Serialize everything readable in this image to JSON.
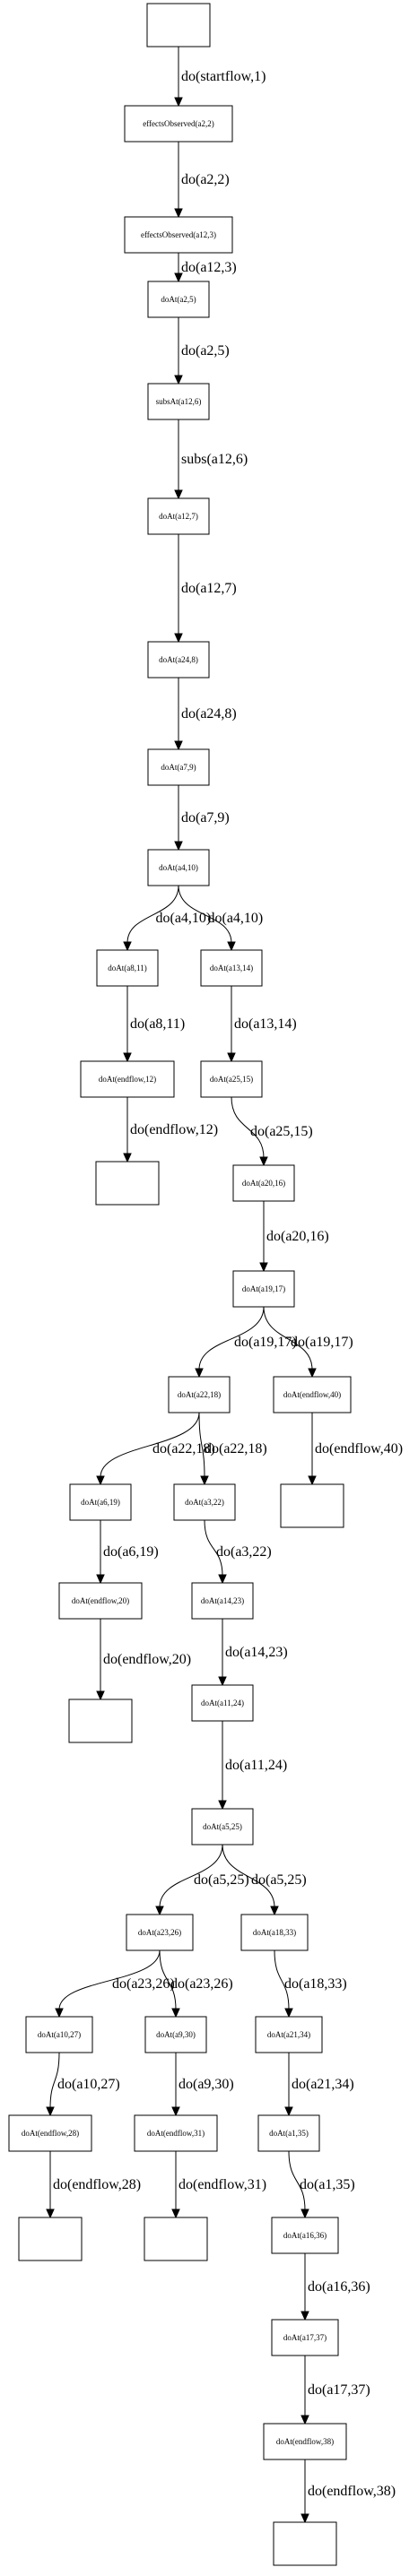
{
  "diagram": {
    "nodes": [
      {
        "id": "start",
        "label": ""
      },
      {
        "id": "n1",
        "label": "effectsObserved(a2,2)"
      },
      {
        "id": "n2",
        "label": "effectsObserved(a12,3)"
      },
      {
        "id": "n3",
        "label": "doAt(a2,5)"
      },
      {
        "id": "n4",
        "label": "subsAt(a12,6)"
      },
      {
        "id": "n5",
        "label": "doAt(a12,7)"
      },
      {
        "id": "n6",
        "label": "doAt(a24,8)"
      },
      {
        "id": "n7",
        "label": "doAt(a7,9)"
      },
      {
        "id": "n8",
        "label": "doAt(a4,10)"
      },
      {
        "id": "n9",
        "label": "doAt(a8,11)"
      },
      {
        "id": "n10",
        "label": "doAt(a13,14)"
      },
      {
        "id": "n11",
        "label": "doAt(endflow,12)"
      },
      {
        "id": "n12",
        "label": "doAt(a25,15)"
      },
      {
        "id": "end1",
        "label": ""
      },
      {
        "id": "n13",
        "label": "doAt(a20,16)"
      },
      {
        "id": "n14",
        "label": "doAt(a19,17)"
      },
      {
        "id": "n15",
        "label": "doAt(a22,18)"
      },
      {
        "id": "n16",
        "label": "doAt(endflow,40)"
      },
      {
        "id": "n17",
        "label": "doAt(a6,19)"
      },
      {
        "id": "n18",
        "label": "doAt(a3,22)"
      },
      {
        "id": "end2",
        "label": ""
      },
      {
        "id": "n19",
        "label": "doAt(endflow,20)"
      },
      {
        "id": "n20",
        "label": "doAt(a14,23)"
      },
      {
        "id": "end3",
        "label": ""
      },
      {
        "id": "n21",
        "label": "doAt(a11,24)"
      },
      {
        "id": "n22",
        "label": "doAt(a5,25)"
      },
      {
        "id": "n23",
        "label": "doAt(a23,26)"
      },
      {
        "id": "n24",
        "label": "doAt(a18,33)"
      },
      {
        "id": "n25",
        "label": "doAt(a10,27)"
      },
      {
        "id": "n26",
        "label": "doAt(a9,30)"
      },
      {
        "id": "n27",
        "label": "doAt(a21,34)"
      },
      {
        "id": "n28",
        "label": "doAt(endflow,28)"
      },
      {
        "id": "n29",
        "label": "doAt(endflow,31)"
      },
      {
        "id": "n30",
        "label": "doAt(a1,35)"
      },
      {
        "id": "end4",
        "label": ""
      },
      {
        "id": "end5",
        "label": ""
      },
      {
        "id": "n31",
        "label": "doAt(a16,36)"
      },
      {
        "id": "n32",
        "label": "doAt(a17,37)"
      },
      {
        "id": "n33",
        "label": "doAt(endflow,38)"
      },
      {
        "id": "end6",
        "label": ""
      }
    ],
    "edges": [
      {
        "from": "start",
        "to": "n1",
        "label": "do(startflow,1)"
      },
      {
        "from": "n1",
        "to": "n2",
        "label": "do(a2,2)"
      },
      {
        "from": "n2",
        "to": "n3",
        "label": "do(a12,3)"
      },
      {
        "from": "n3",
        "to": "n4",
        "label": "do(a2,5)"
      },
      {
        "from": "n4",
        "to": "n5",
        "label": "subs(a12,6)"
      },
      {
        "from": "n5",
        "to": "n6",
        "label": "do(a12,7)"
      },
      {
        "from": "n6",
        "to": "n7",
        "label": "do(a24,8)"
      },
      {
        "from": "n7",
        "to": "n8",
        "label": "do(a7,9)"
      },
      {
        "from": "n8",
        "to": "n9",
        "label": "do(a4,10)"
      },
      {
        "from": "n8",
        "to": "n10",
        "label": "do(a4,10)"
      },
      {
        "from": "n9",
        "to": "n11",
        "label": "do(a8,11)"
      },
      {
        "from": "n10",
        "to": "n12",
        "label": "do(a13,14)"
      },
      {
        "from": "n11",
        "to": "end1",
        "label": "do(endflow,12)"
      },
      {
        "from": "n12",
        "to": "n13",
        "label": "do(a25,15)"
      },
      {
        "from": "n13",
        "to": "n14",
        "label": "do(a20,16)"
      },
      {
        "from": "n14",
        "to": "n15",
        "label": "do(a19,17)"
      },
      {
        "from": "n14",
        "to": "n16",
        "label": "do(a19,17)"
      },
      {
        "from": "n15",
        "to": "n17",
        "label": "do(a22,18)"
      },
      {
        "from": "n15",
        "to": "n18",
        "label": "do(a22,18)"
      },
      {
        "from": "n16",
        "to": "end2",
        "label": "do(endflow,40)"
      },
      {
        "from": "n17",
        "to": "n19",
        "label": "do(a6,19)"
      },
      {
        "from": "n18",
        "to": "n20",
        "label": "do(a3,22)"
      },
      {
        "from": "n19",
        "to": "end3",
        "label": "do(endflow,20)"
      },
      {
        "from": "n20",
        "to": "n21",
        "label": "do(a14,23)"
      },
      {
        "from": "n21",
        "to": "n22",
        "label": "do(a11,24)"
      },
      {
        "from": "n22",
        "to": "n23",
        "label": "do(a5,25)"
      },
      {
        "from": "n22",
        "to": "n24",
        "label": "do(a5,25)"
      },
      {
        "from": "n23",
        "to": "n25",
        "label": "do(a23,26)"
      },
      {
        "from": "n23",
        "to": "n26",
        "label": "do(a23,26)"
      },
      {
        "from": "n24",
        "to": "n27",
        "label": "do(a18,33)"
      },
      {
        "from": "n25",
        "to": "n28",
        "label": "do(a10,27)"
      },
      {
        "from": "n26",
        "to": "n29",
        "label": "do(a9,30)"
      },
      {
        "from": "n27",
        "to": "n30",
        "label": "do(a21,34)"
      },
      {
        "from": "n28",
        "to": "end4",
        "label": "do(endflow,28)"
      },
      {
        "from": "n29",
        "to": "end5",
        "label": "do(endflow,31)"
      },
      {
        "from": "n30",
        "to": "n31",
        "label": "do(a1,35)"
      },
      {
        "from": "n31",
        "to": "n32",
        "label": "do(a16,36)"
      },
      {
        "from": "n32",
        "to": "n33",
        "label": "do(a17,37)"
      },
      {
        "from": "n33",
        "to": "end6",
        "label": "do(endflow,38)"
      }
    ]
  }
}
